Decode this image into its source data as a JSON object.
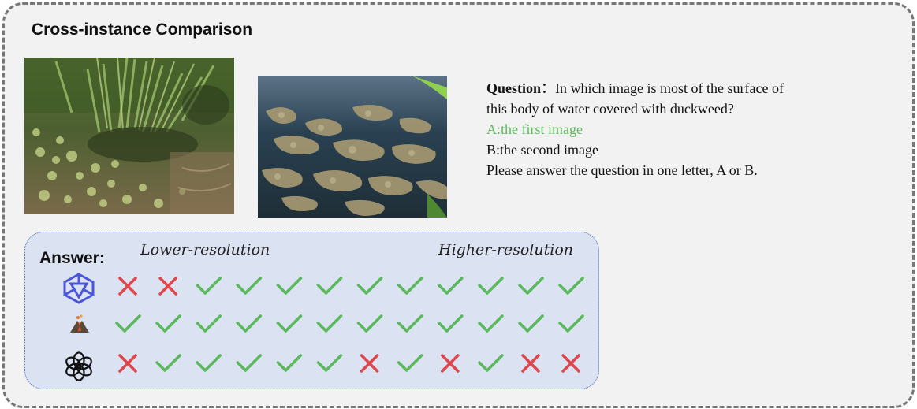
{
  "title": "Cross-instance Comparison",
  "question": {
    "label": "Question",
    "colon": "：",
    "line1": "In which image is most of the surface of",
    "line2": "this body of water covered with duckweed?",
    "option_a": "A:the first image",
    "option_b": "B:the second image",
    "instruction": "Please answer the question in one letter, A or B."
  },
  "answer": {
    "title": "Answer:",
    "lower_label": "Lower-resolution",
    "higher_label": "Higher-resolution"
  },
  "icons": [
    "qwen-logo-icon",
    "volcano-logo-icon",
    "openai-logo-icon"
  ],
  "colors": {
    "correct": "#5cb85c",
    "wrong": "#e0474c",
    "panel": "#dbe3f3",
    "frame_bg": "#f2f2f2"
  },
  "results": [
    [
      "x",
      "x",
      "check",
      "check",
      "check",
      "check",
      "check",
      "check",
      "check",
      "check",
      "check",
      "check"
    ],
    [
      "check",
      "check",
      "check",
      "check",
      "check",
      "check",
      "check",
      "check",
      "check",
      "check",
      "check",
      "check"
    ],
    [
      "x",
      "check",
      "check",
      "check",
      "check",
      "check",
      "x",
      "check",
      "x",
      "check",
      "x",
      "x"
    ]
  ]
}
